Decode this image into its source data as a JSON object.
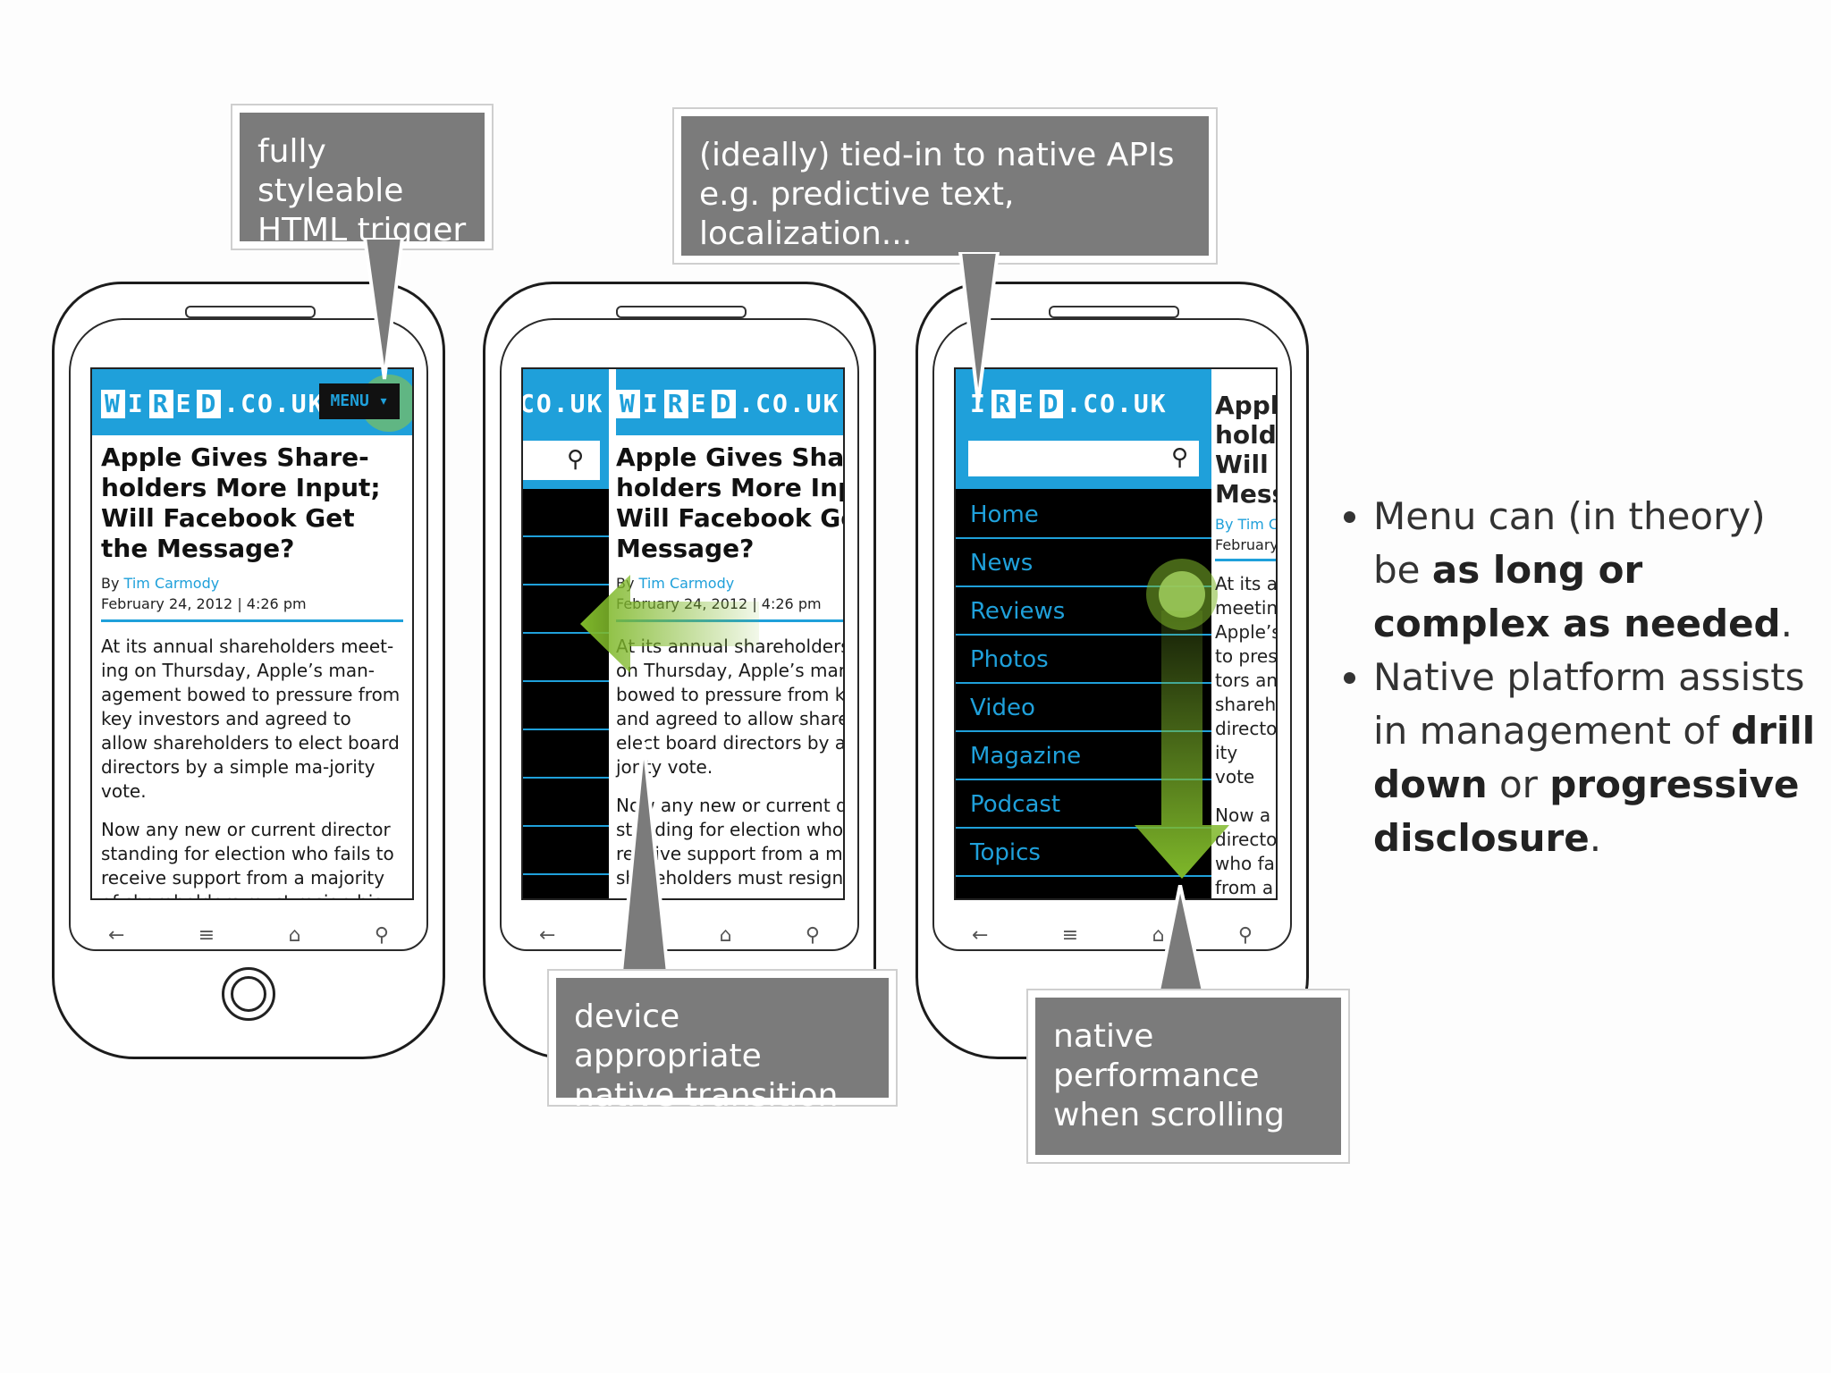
{
  "header": {
    "logo_prefix": "WIRED",
    "logo_suffix": ".CO.UK",
    "menu_label": "MENU",
    "menu_arrow": "▾",
    "partial_logo_suffix": "CO.UK",
    "partial_logo_prefix": "IRED"
  },
  "article": {
    "title": "Apple Gives Share-holders More Input; Will Facebook Get the Message?",
    "byline_prefix": "By",
    "author": "Tim Carmody",
    "date": "February 24, 2012 |  4:26 pm",
    "paragraph_1": "At its annual shareholders meet-ing on Thursday, Apple’s man-agement bowed to pressure from key investors and agreed to allow shareholders to elect board directors by a simple ma-jority vote.",
    "paragraph_2": "Now any new or current director standing for election who fails to receive support from a majority of shareholders must resign his"
  },
  "peek_article": {
    "title": "Appl hold Will Mess",
    "byline": "By Tim C",
    "date": "February",
    "paragraph_1": "At its a meetin Apple’s to pres tors an shareh directo ity vote",
    "paragraph_2": "Now a directo who fa from a holder"
  },
  "menu": {
    "items": [
      "Home",
      "News",
      "Reviews",
      "Photos",
      "Video",
      "Magazine",
      "Podcast",
      "Topics"
    ]
  },
  "nav_icons": [
    "back-icon",
    "menu-icon",
    "home-icon",
    "search-icon"
  ],
  "callouts": {
    "html_trigger": "fully styleable HTML trigger",
    "native_apis": "(ideally) tied-in to native APIs e.g. predictive text, localization...",
    "transition": "device appropriate native transition",
    "scrolling": "native performance when scrolling"
  },
  "bullets": {
    "b1_part1": "Menu can (in theory) be ",
    "b1_bold": "as long or complex as needed",
    "b1_end": ".",
    "b2_part1": "Native platform assists in management of ",
    "b2_bold1": "drill down",
    "b2_mid": " or ",
    "b2_bold2": "progressive disclosure",
    "b2_end": "."
  },
  "colors": {
    "wired_blue": "#1fa0da",
    "callout_gray": "#7b7b7b",
    "arrow_green": "#7fb82a"
  }
}
